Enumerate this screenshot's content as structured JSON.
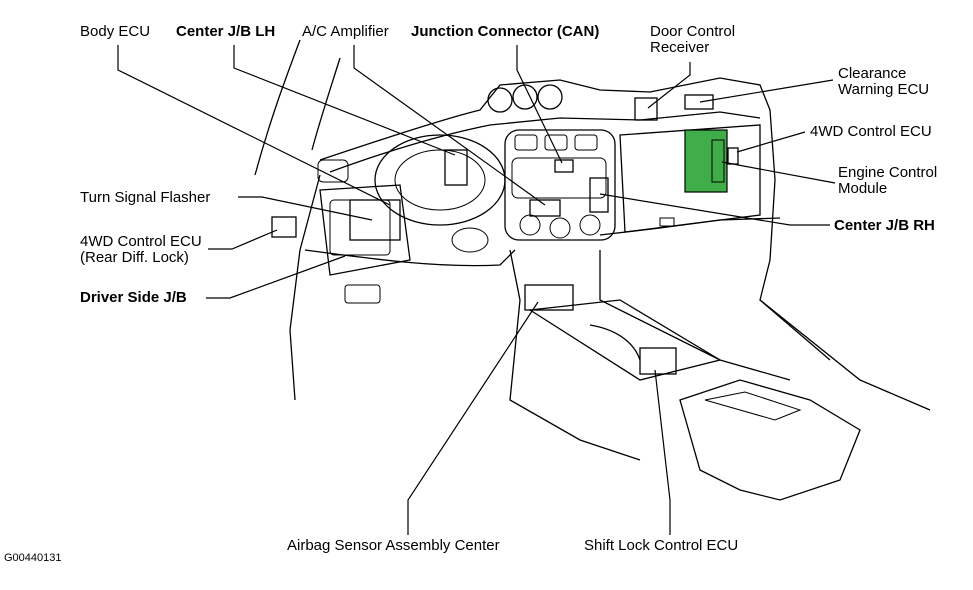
{
  "labels": {
    "body_ecu": "Body ECU",
    "center_jb_lh": "Center J/B LH",
    "ac_amplifier": "A/C Amplifier",
    "junction_connector": "Junction Connector (CAN)",
    "door_control_receiver_1": "Door Control",
    "door_control_receiver_2": "Receiver",
    "clearance_warning_1": "Clearance",
    "clearance_warning_2": "Warning ECU",
    "fourwd_control_ecu_right": "4WD Control ECU",
    "engine_control_1": "Engine Control",
    "engine_control_2": "Module",
    "center_jb_rh": "Center J/B RH",
    "turn_signal_flasher": "Turn Signal Flasher",
    "fourwd_rear_1": "4WD Control ECU",
    "fourwd_rear_2": "(Rear Diff. Lock)",
    "driver_side_jb": "Driver Side J/B",
    "airbag_sensor": "Airbag Sensor Assembly Center",
    "shift_lock": "Shift Lock Control ECU",
    "figure_code": "G00440131"
  },
  "colors": {
    "highlight_module": "#3fae48",
    "line": "#000000",
    "background": "#ffffff"
  }
}
